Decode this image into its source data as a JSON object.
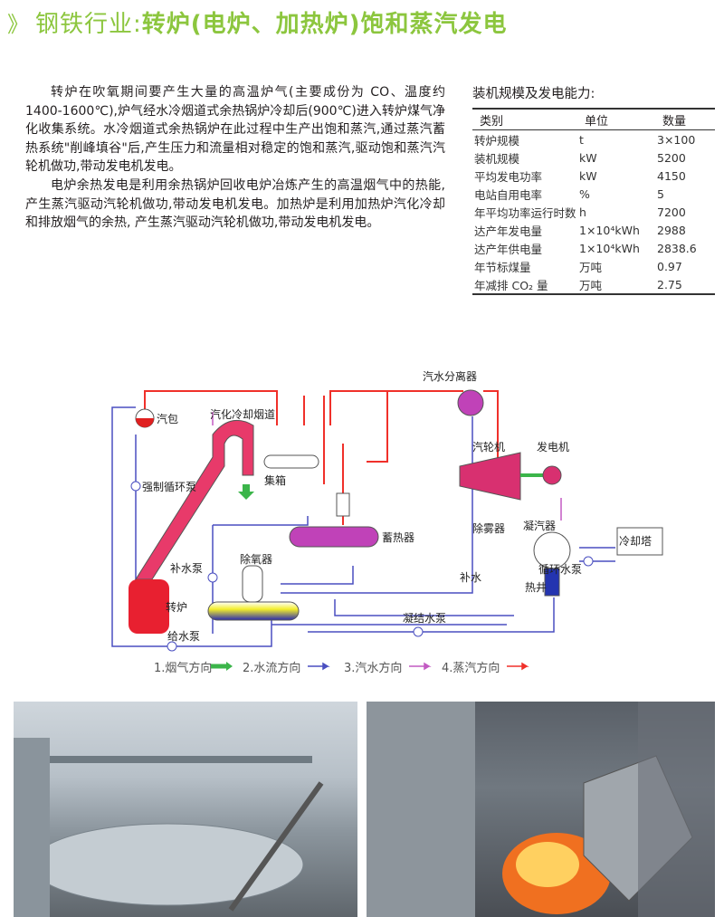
{
  "header": {
    "chevron": "》",
    "lead": "钢铁行业:",
    "title": "转炉(电炉、加热炉)饱和蒸汽发电"
  },
  "body": {
    "paragraphs": [
      "转炉在吹氧期间要产生大量的高温炉气(主要成份为 CO、温度约 1400-1600℃),炉气经水冷烟道式余热锅炉冷却后(900℃)进入转炉煤气净化收集系统。水冷烟道式余热锅炉在此过程中生产出饱和蒸汽,通过蒸汽蓄热系统\"削峰填谷\"后,产生压力和流量相对稳定的饱和蒸汽,驱动饱和蒸汽汽轮机做功,带动发电机发电。",
      "电炉余热发电是利用余热锅炉回收电炉冶炼产生的高温烟气中的热能,产生蒸汽驱动汽轮机做功,带动发电机发电。加热炉是利用加热炉汽化冷却和排放烟气的余热, 产生蒸汽驱动汽轮机做功,带动发电机发电。"
    ]
  },
  "spec": {
    "title": "装机规模及发电能力:",
    "headers": [
      "类别",
      "单位",
      "数量"
    ],
    "rows": [
      [
        "转炉规模",
        "t",
        "3×100"
      ],
      [
        "装机规模",
        "kW",
        "5200"
      ],
      [
        "平均发电功率",
        "kW",
        "4150"
      ],
      [
        "电站自用电率",
        "%",
        "5"
      ],
      [
        "年平均功率运行时数",
        "h",
        "7200"
      ],
      [
        "达产年发电量",
        "1×10⁴kWh",
        "2988"
      ],
      [
        "达产年供电量",
        "1×10⁴kWh",
        "2838.6"
      ],
      [
        "年节标煤量",
        "万吨",
        "0.97"
      ],
      [
        "年减排 CO₂ 量",
        "万吨",
        "2.75"
      ]
    ]
  },
  "diagram": {
    "labels": {
      "drum": "汽包",
      "flue": "汽化冷却烟道",
      "header": "集箱",
      "separator": "汽水分离器",
      "turbine": "汽轮机",
      "generator": "发电机",
      "circ_pump": "强制循环泵",
      "accumulator": "蓄热器",
      "demister": "除雾器",
      "condenser": "凝汽器",
      "cooling_tower": "冷却塔",
      "cw_pump": "循环水泵",
      "makeup_pump": "补水泵",
      "deaerator": "除氧器",
      "makeup": "补水",
      "hotwell": "热井",
      "converter": "转炉",
      "cond_pump": "凝结水泵",
      "feed_pump": "给水泵"
    },
    "legend": [
      "1.烟气方向",
      "2.水流方向",
      "3.汽水方向",
      "4.蒸汽方向"
    ],
    "colors": {
      "flue": "#3bb54a",
      "water": "#4a4fc0",
      "steam_water": "#c25ac2",
      "steam": "#f0302a"
    }
  }
}
